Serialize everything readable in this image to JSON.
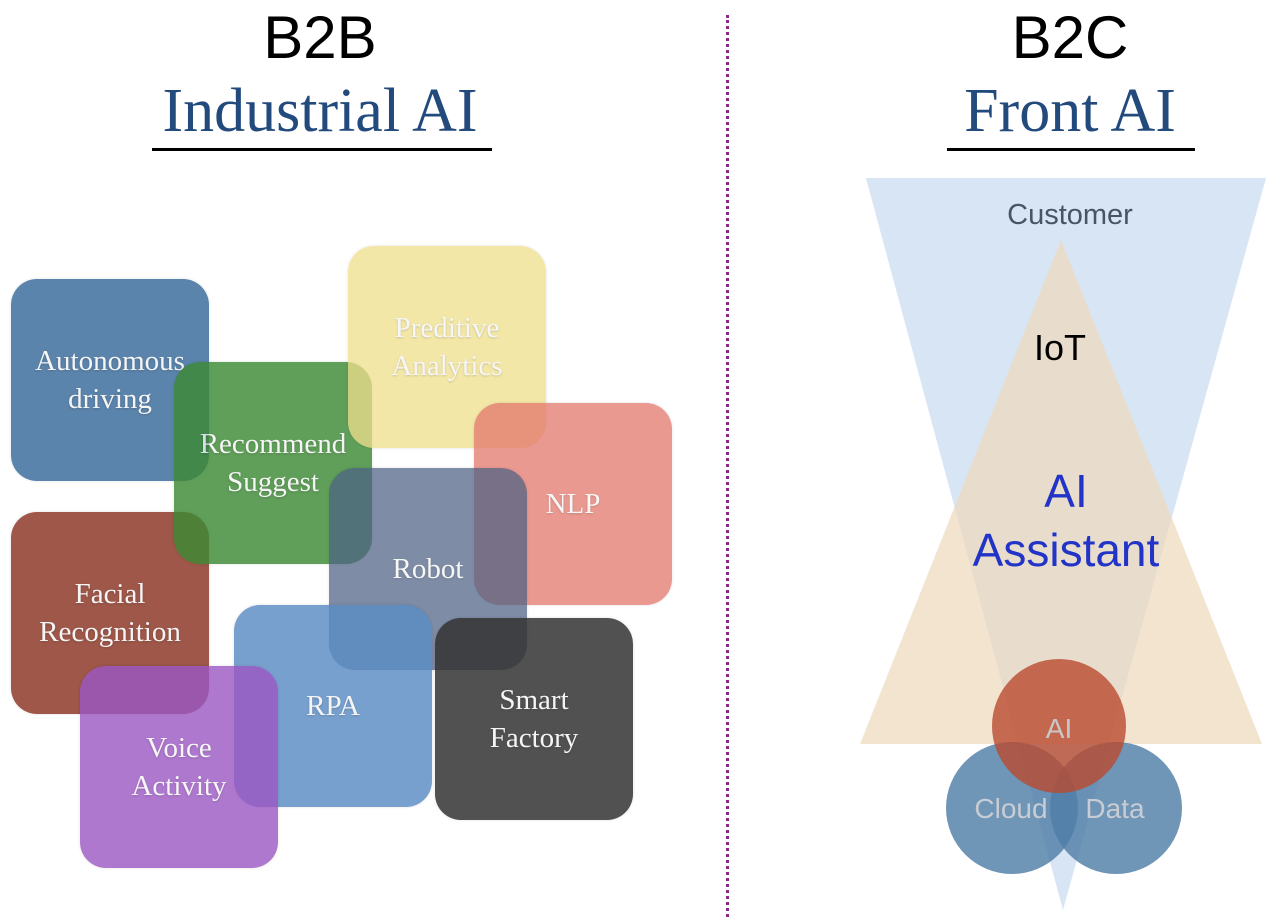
{
  "left": {
    "title": "B2B",
    "subtitle": "Industrial AI",
    "tiles": [
      {
        "key": "autonomous",
        "label": "Autonomous\ndriving",
        "color": "#3f6f9e"
      },
      {
        "key": "facial",
        "label": "Facial\nRecognition",
        "color": "#8e3a2a"
      },
      {
        "key": "recommend",
        "label": "Recommend\nSuggest",
        "color": "#3d8a35"
      },
      {
        "key": "preditive",
        "label": "Preditive\nAnalytics",
        "color": "#f0e08c"
      },
      {
        "key": "nlp",
        "label": "NLP",
        "color": "#e4786c"
      },
      {
        "key": "robot",
        "label": "Robot",
        "color": "#4d6184"
      },
      {
        "key": "rpa",
        "label": "RPA",
        "color": "#5b8cc4"
      },
      {
        "key": "voice",
        "label": "Voice\nActivity",
        "color": "#9b57c4"
      },
      {
        "key": "smart",
        "label": "Smart\nFactory",
        "color": "#333333"
      }
    ]
  },
  "right": {
    "title": "B2C",
    "subtitle": "Front AI",
    "customer_label": "Customer",
    "iot_label": "IoT",
    "assistant_line1": "AI",
    "assistant_line2": "Assistant",
    "ai_label": "AI",
    "cloud_label": "Cloud",
    "data_label": "Data",
    "colors": {
      "funnel": "#c9dcf0",
      "pyramid": "#eed9bc",
      "ai_circle": "#b94a30",
      "cloud_circle": "#4f7ea7",
      "data_circle": "#4f7ea7",
      "assistant_text": "#2234c8",
      "divider": "#8b2a86",
      "heading_blue": "#234a7c"
    }
  }
}
